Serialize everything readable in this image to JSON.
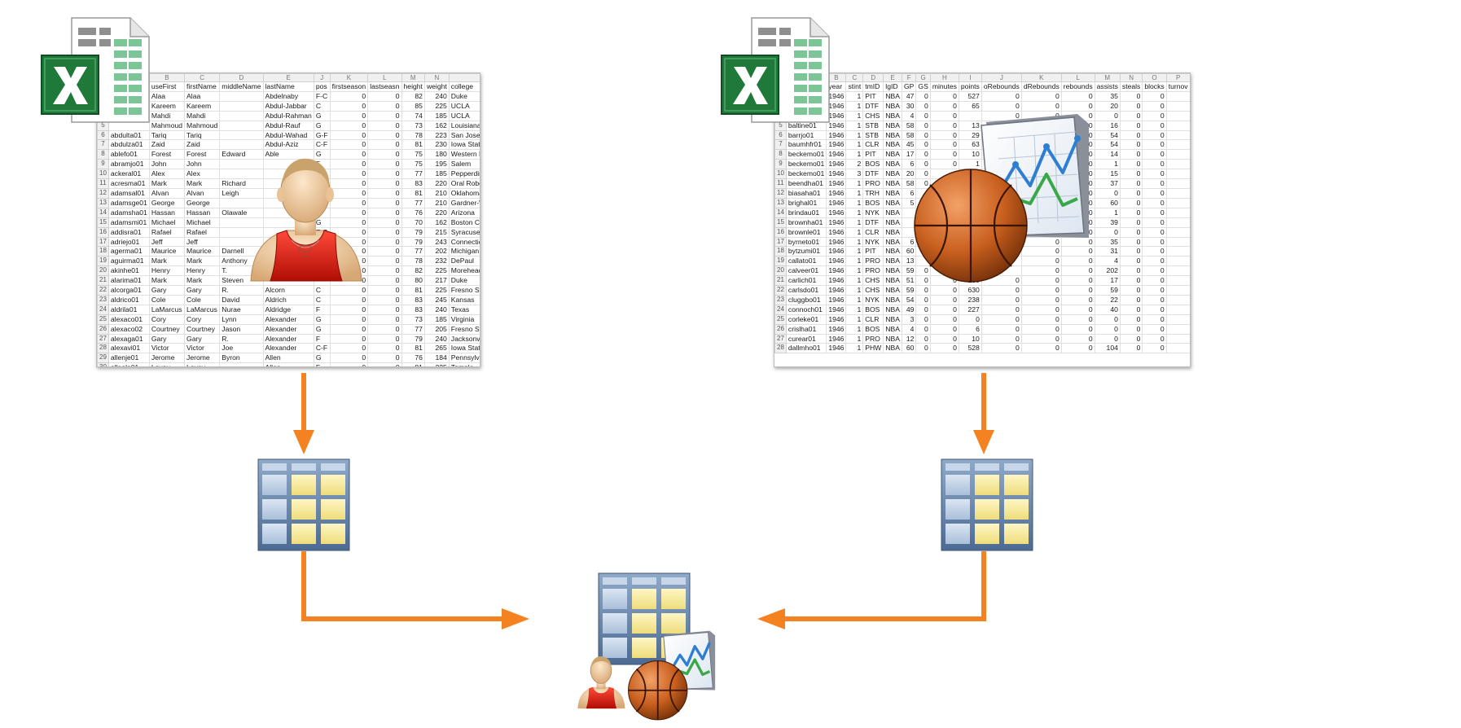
{
  "left_sheet": {
    "col_letters": [
      "",
      "B",
      "C",
      "D",
      "E",
      "J",
      "K",
      "L",
      "M",
      "N",
      ""
    ],
    "headers": [
      "",
      "useFirst",
      "firstName",
      "middleName",
      "lastName",
      "pos",
      "firstseason",
      "lastseasn",
      "height",
      "weight",
      "college"
    ],
    "rows": [
      [
        "",
        "Alaa",
        "Alaa",
        "",
        "Abdelnaby",
        "F-C",
        "0",
        "0",
        "82",
        "240",
        "Duke"
      ],
      [
        "",
        "Kareem",
        "Kareem",
        "",
        "Abdul-Jabbar",
        "C",
        "0",
        "0",
        "85",
        "225",
        "UCLA"
      ],
      [
        "",
        "Mahdi",
        "Mahdi",
        "",
        "Abdul-Rahman",
        "G",
        "0",
        "0",
        "74",
        "185",
        "UCLA"
      ],
      [
        "",
        "Mahmoud",
        "Mahmoud",
        "",
        "Abdul-Rauf",
        "G",
        "0",
        "0",
        "73",
        "162",
        "Louisiana"
      ],
      [
        "abdulta01",
        "Tariq",
        "Tariq",
        "",
        "Abdul-Wahad",
        "G-F",
        "0",
        "0",
        "78",
        "223",
        "San Jose S"
      ],
      [
        "abdulza01",
        "Zaid",
        "Zaid",
        "",
        "Abdul-Aziz",
        "C-F",
        "0",
        "0",
        "81",
        "230",
        "Iowa State"
      ],
      [
        "ablefo01",
        "Forest",
        "Forest",
        "Edward",
        "Able",
        "G",
        "0",
        "0",
        "75",
        "180",
        "Western K"
      ],
      [
        "abramjo01",
        "John",
        "John",
        "",
        "",
        "F",
        "0",
        "0",
        "75",
        "195",
        "Salem"
      ],
      [
        "ackeral01",
        "Alex",
        "Alex",
        "",
        "",
        "G",
        "0",
        "0",
        "77",
        "185",
        "Pepperdin"
      ],
      [
        "acresma01",
        "Mark",
        "Mark",
        "Richard",
        "",
        "F-C",
        "0",
        "0",
        "83",
        "220",
        "Oral Robe"
      ],
      [
        "adamsal01",
        "Alvan",
        "Alvan",
        "Leigh",
        "",
        "C-F",
        "0",
        "0",
        "81",
        "210",
        "Oklahoma"
      ],
      [
        "adamsge01",
        "George",
        "George",
        "",
        "",
        "F-G",
        "0",
        "0",
        "77",
        "210",
        "Gardner-W"
      ],
      [
        "adamsha01",
        "Hassan",
        "Hassan",
        "Olawale",
        "",
        "G",
        "0",
        "0",
        "76",
        "220",
        "Arizona"
      ],
      [
        "adamsmi01",
        "Michael",
        "Michael",
        "",
        "",
        "G",
        "0",
        "0",
        "70",
        "162",
        "Boston Co"
      ],
      [
        "addisra01",
        "Rafael",
        "Rafael",
        "",
        "",
        "F-G",
        "0",
        "0",
        "79",
        "215",
        "Syracuse"
      ],
      [
        "adriejo01",
        "Jeff",
        "Jeff",
        "",
        "",
        "",
        "0",
        "0",
        "79",
        "243",
        "Connectic"
      ],
      [
        "agerma01",
        "Maurice",
        "Maurice",
        "Darnell",
        "",
        "",
        "0",
        "0",
        "77",
        "202",
        "Michigan"
      ],
      [
        "aguirma01",
        "Mark",
        "Mark",
        "Anthony",
        "",
        "",
        "0",
        "0",
        "78",
        "232",
        "DePaul"
      ],
      [
        "akinhe01",
        "Henry",
        "Henry",
        "T.",
        "",
        "",
        "0",
        "0",
        "82",
        "225",
        "Morehead"
      ],
      [
        "alarima01",
        "Mark",
        "Mark",
        "Steven",
        "",
        "",
        "0",
        "0",
        "80",
        "217",
        "Duke"
      ],
      [
        "alcorga01",
        "Gary",
        "Gary",
        "R.",
        "Alcorn",
        "C",
        "0",
        "0",
        "81",
        "225",
        "Fresno Sta"
      ],
      [
        "aldrico01",
        "Cole",
        "Cole",
        "David",
        "Aldrich",
        "C",
        "0",
        "0",
        "83",
        "245",
        "Kansas"
      ],
      [
        "aldrila01",
        "LaMarcus",
        "LaMarcus",
        "Nurae",
        "Aldridge",
        "F",
        "0",
        "0",
        "83",
        "240",
        "Texas"
      ],
      [
        "alexaco01",
        "Cory",
        "Cory",
        "Lynn",
        "Alexander",
        "G",
        "0",
        "0",
        "73",
        "185",
        "Virginia"
      ],
      [
        "alexaco02",
        "Courtney",
        "Courtney",
        "Jason",
        "Alexander",
        "G",
        "0",
        "0",
        "77",
        "205",
        "Fresno Sta"
      ],
      [
        "alexaga01",
        "Gary",
        "Gary",
        "R.",
        "Alexander",
        "F",
        "0",
        "0",
        "79",
        "240",
        "Jacksonvi"
      ],
      [
        "alexavi01",
        "Victor",
        "Victor",
        "Joe",
        "Alexander",
        "C-F",
        "0",
        "0",
        "81",
        "265",
        "Iowa State"
      ],
      [
        "allenje01",
        "Jerome",
        "Jerome",
        "Byron",
        "Allen",
        "G",
        "0",
        "0",
        "76",
        "184",
        "Pennsylva"
      ],
      [
        "alleola01",
        "Lavoy",
        "Lavoy",
        "",
        "Allen",
        "F",
        "0",
        "0",
        "81",
        "225",
        "Temple"
      ]
    ]
  },
  "right_sheet": {
    "col_letters": [
      "",
      "B",
      "C",
      "D",
      "E",
      "F",
      "G",
      "H",
      "I",
      "J",
      "K",
      "L",
      "M",
      "N",
      "O",
      "P"
    ],
    "headers": [
      "",
      "year",
      "stint",
      "tmID",
      "lgID",
      "GP",
      "GS",
      "minutes",
      "points",
      "oRebounds",
      "dRebounds",
      "rebounds",
      "assists",
      "steals",
      "blocks",
      "turnov"
    ],
    "rows": [
      [
        "",
        "1946",
        "1",
        "PIT",
        "NBA",
        "47",
        "0",
        "0",
        "527",
        "0",
        "0",
        "0",
        "35",
        "0",
        "0",
        ""
      ],
      [
        "",
        "1946",
        "1",
        "DTF",
        "NBA",
        "30",
        "0",
        "0",
        "65",
        "0",
        "0",
        "0",
        "20",
        "0",
        "0",
        ""
      ],
      [
        "",
        "1946",
        "1",
        "CHS",
        "NBA",
        "4",
        "0",
        "0",
        "",
        "0",
        "0",
        "0",
        "0",
        "0",
        "0",
        ""
      ],
      [
        "baltine01",
        "1946",
        "1",
        "STB",
        "NBA",
        "58",
        "0",
        "0",
        "13",
        "",
        "",
        "0",
        "16",
        "0",
        "0",
        ""
      ],
      [
        "barrjo01",
        "1946",
        "1",
        "STB",
        "NBA",
        "58",
        "0",
        "0",
        "29",
        "",
        "",
        "0",
        "54",
        "0",
        "0",
        ""
      ],
      [
        "baumhfr01",
        "1946",
        "1",
        "CLR",
        "NBA",
        "45",
        "0",
        "0",
        "63",
        "",
        "",
        "0",
        "54",
        "0",
        "0",
        ""
      ],
      [
        "beckemo01",
        "1946",
        "1",
        "PIT",
        "NBA",
        "17",
        "0",
        "0",
        "10",
        "",
        "",
        "0",
        "14",
        "0",
        "0",
        ""
      ],
      [
        "beckemo01",
        "1946",
        "2",
        "BOS",
        "NBA",
        "6",
        "0",
        "0",
        "1",
        "",
        "",
        "0",
        "1",
        "0",
        "0",
        ""
      ],
      [
        "beckemo01",
        "1946",
        "3",
        "DTF",
        "NBA",
        "20",
        "0",
        "",
        "",
        "",
        "",
        "0",
        "15",
        "0",
        "0",
        ""
      ],
      [
        "beendha01",
        "1946",
        "1",
        "PRO",
        "NBA",
        "58",
        "0",
        "",
        "",
        "",
        "",
        "0",
        "37",
        "0",
        "0",
        ""
      ],
      [
        "biasaha01",
        "1946",
        "1",
        "TRH",
        "NBA",
        "6",
        "",
        "",
        "",
        "",
        "",
        "0",
        "0",
        "0",
        "0",
        ""
      ],
      [
        "brighal01",
        "1946",
        "1",
        "BOS",
        "NBA",
        "5",
        "",
        "",
        "",
        "",
        "",
        "0",
        "60",
        "0",
        "0",
        ""
      ],
      [
        "brindau01",
        "1946",
        "1",
        "NYK",
        "NBA",
        "",
        "",
        "",
        "",
        "",
        "",
        "0",
        "1",
        "0",
        "0",
        ""
      ],
      [
        "brownha01",
        "1946",
        "1",
        "DTF",
        "NBA",
        "",
        "",
        "",
        "",
        "",
        "",
        "0",
        "39",
        "0",
        "0",
        ""
      ],
      [
        "brownle01",
        "1946",
        "1",
        "CLR",
        "NBA",
        "",
        "",
        "",
        "",
        "",
        "",
        "0",
        "0",
        "0",
        "0",
        ""
      ],
      [
        "byrneto01",
        "1946",
        "1",
        "NYK",
        "NBA",
        "6",
        "",
        "",
        "",
        "",
        "0",
        "0",
        "35",
        "0",
        "0",
        ""
      ],
      [
        "bytzumi01",
        "1946",
        "1",
        "PIT",
        "NBA",
        "60",
        "",
        "",
        "",
        "",
        "0",
        "0",
        "31",
        "0",
        "0",
        ""
      ],
      [
        "callato01",
        "1946",
        "1",
        "PRO",
        "NBA",
        "13",
        "",
        "",
        "",
        "",
        "0",
        "0",
        "4",
        "0",
        "0",
        ""
      ],
      [
        "calveer01",
        "1946",
        "1",
        "PRO",
        "NBA",
        "59",
        "0",
        "",
        "",
        "",
        "0",
        "0",
        "202",
        "0",
        "0",
        ""
      ],
      [
        "carlich01",
        "1946",
        "1",
        "CHS",
        "NBA",
        "51",
        "0",
        "0",
        "256",
        "0",
        "0",
        "0",
        "17",
        "0",
        "0",
        ""
      ],
      [
        "carlsdo01",
        "1946",
        "1",
        "CHS",
        "NBA",
        "59",
        "0",
        "0",
        "630",
        "0",
        "0",
        "0",
        "59",
        "0",
        "0",
        ""
      ],
      [
        "cluggbo01",
        "1946",
        "1",
        "NYK",
        "NBA",
        "54",
        "0",
        "0",
        "238",
        "0",
        "0",
        "0",
        "22",
        "0",
        "0",
        ""
      ],
      [
        "connoch01",
        "1946",
        "1",
        "BOS",
        "NBA",
        "49",
        "0",
        "0",
        "227",
        "0",
        "0",
        "0",
        "40",
        "0",
        "0",
        ""
      ],
      [
        "corleke01",
        "1946",
        "1",
        "CLR",
        "NBA",
        "3",
        "0",
        "0",
        "0",
        "0",
        "0",
        "0",
        "0",
        "0",
        "0",
        ""
      ],
      [
        "crislha01",
        "1946",
        "1",
        "BOS",
        "NBA",
        "4",
        "0",
        "0",
        "6",
        "0",
        "0",
        "0",
        "0",
        "0",
        "0",
        ""
      ],
      [
        "curear01",
        "1946",
        "1",
        "PRO",
        "NBA",
        "12",
        "0",
        "0",
        "10",
        "0",
        "0",
        "0",
        "0",
        "0",
        "0",
        ""
      ],
      [
        "dallmho01",
        "1946",
        "1",
        "PHW",
        "NBA",
        "60",
        "0",
        "0",
        "528",
        "0",
        "0",
        "0",
        "104",
        "0",
        "0",
        ""
      ]
    ]
  },
  "icons": {
    "excel": "excel-file-icon",
    "player": "basketball-player-icon",
    "basketball": "basketball-icon",
    "chart": "line-chart-icon",
    "table": "data-table-icon"
  },
  "colors": {
    "arrow": "#f58220",
    "excel_green": "#1f7a3a",
    "table_blue": "#5a7aa5",
    "table_yellow": "#f7e69a"
  }
}
